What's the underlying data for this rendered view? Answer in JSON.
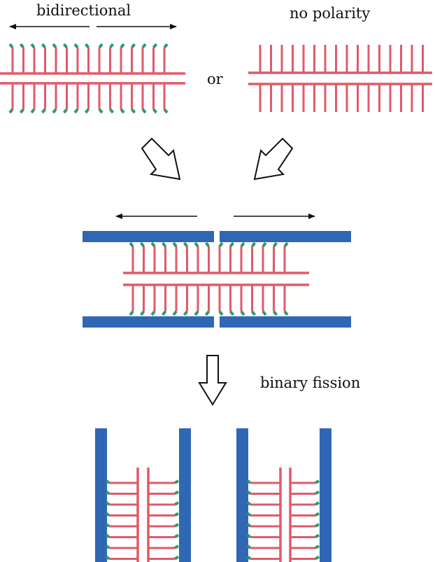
{
  "labels": {
    "bidirectional": "bidirectional",
    "no_polarity": "no polarity",
    "or": "or",
    "binary_fission": "binary fission"
  },
  "colors": {
    "filament": "#e05a6a",
    "head": "#2f9a6a",
    "bar": "#2f67b5",
    "arrow": "#111111"
  }
}
